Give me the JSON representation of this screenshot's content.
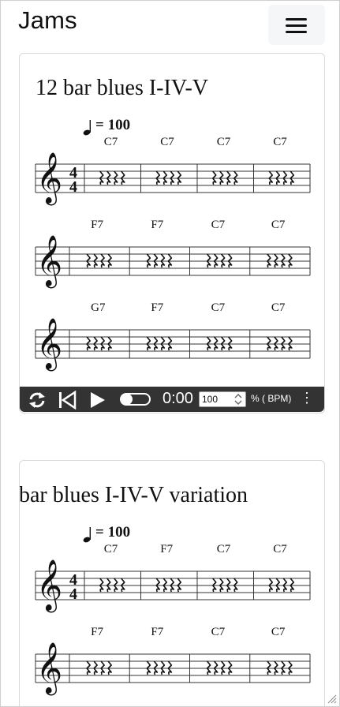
{
  "app": {
    "title": "Jams"
  },
  "header": {
    "menu_icon": "hamburger-menu-icon"
  },
  "colors": {
    "player_bg": "#333333",
    "card_border": "#d9d9d9",
    "menu_bg": "#f5f6f8"
  },
  "cards": [
    {
      "title": "12 bar blues I-IV-V",
      "tempo": "= 100",
      "lines": [
        {
          "time_signature": [
            "4",
            "4"
          ],
          "chords": [
            "C7",
            "C7",
            "C7",
            "C7"
          ]
        },
        {
          "chords": [
            "F7",
            "F7",
            "C7",
            "C7"
          ]
        },
        {
          "chords": [
            "G7",
            "F7",
            "C7",
            "C7"
          ]
        }
      ],
      "player": {
        "loop_icon": "loop-icon",
        "restart_icon": "skip-back-icon",
        "play_icon": "play-icon",
        "toggle_icon": "toggle-switch-icon",
        "time": "0:00",
        "speed": "100",
        "unit": "% ( BPM)",
        "more_icon": "more-vertical-icon"
      }
    },
    {
      "title": "bar blues I-IV-V variation",
      "tempo": "= 100",
      "lines": [
        {
          "time_signature": [
            "4",
            "4"
          ],
          "chords": [
            "C7",
            "F7",
            "C7",
            "C7"
          ]
        },
        {
          "chords": [
            "F7",
            "F7",
            "C7",
            "C7"
          ]
        }
      ]
    }
  ]
}
